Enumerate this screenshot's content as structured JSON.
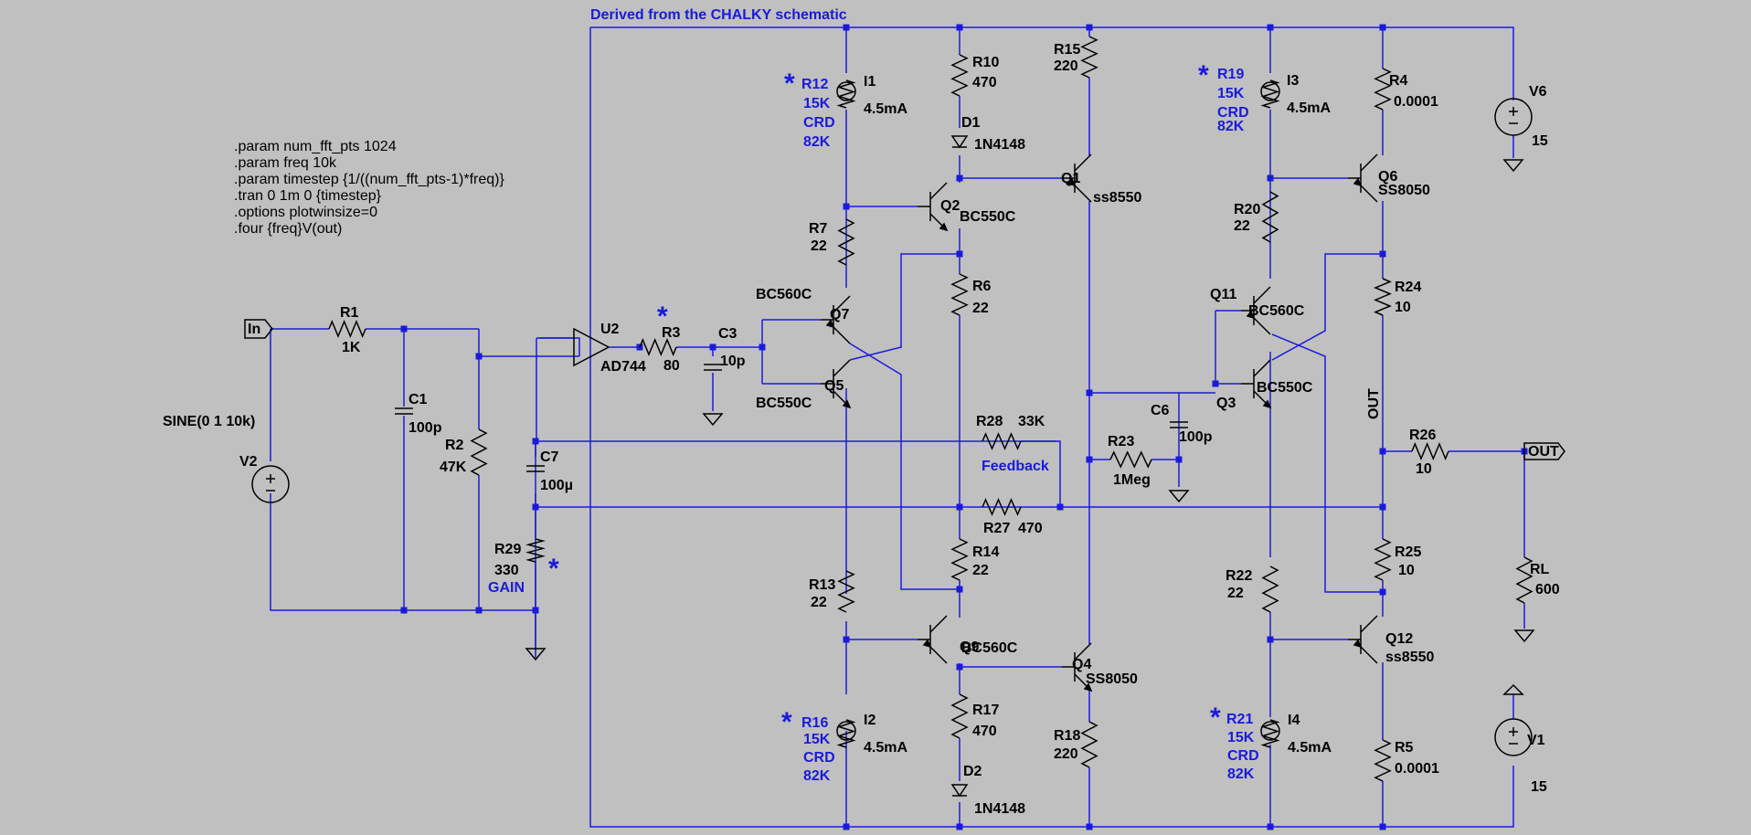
{
  "title": "Derived from the CHALKY schematic",
  "directives": [
    ".param num_fft_pts 1024",
    ".param freq 10k",
    ".param timestep {1/((num_fft_pts-1)*freq)}",
    ".tran 0 1m 0 {timestep}",
    ".options plotwinsize=0",
    ".four {freq}V(out)"
  ],
  "ports": {
    "in": "In",
    "out": "OUT"
  },
  "net_labels": {
    "out_vertical": "OUT",
    "feedback": "Feedback",
    "gain": "GAIN"
  },
  "colors": {
    "background": "#c0c0c0",
    "wire": "#1a1adc",
    "symbol": "#000000",
    "annotation": "#1a1adc"
  },
  "labels": {
    "R1": "R1",
    "R1v": "1K",
    "R2": "R2",
    "R2v": "47K",
    "R3": "R3",
    "R3v": "80",
    "R4": "R4",
    "R4v": "0.0001",
    "R5": "R5",
    "R5v": "0.0001",
    "R6": "R6",
    "R6v": "22",
    "R7": "R7",
    "R7v": "22",
    "R10": "R10",
    "R10v": "470",
    "R12": "R12",
    "R12v": "15K",
    "R12c": "CRD",
    "R12w": "82K",
    "R13": "R13",
    "R13v": "22",
    "R14": "R14",
    "R14v": "22",
    "R15": "R15",
    "R15v": "220",
    "R16": "R16",
    "R16v": "15K",
    "R16c": "CRD",
    "R16w": "82K",
    "R17": "R17",
    "R17v": "470",
    "R18": "R18",
    "R18v": "220",
    "R19": "R19",
    "R19v": "15K",
    "R19c": "CRD",
    "R19w": "82K",
    "R20": "R20",
    "R20v": "22",
    "R21": "R21",
    "R21v": "15K",
    "R21c": "CRD",
    "R21w": "82K",
    "R22": "R22",
    "R22v": "22",
    "R23": "R23",
    "R23v": "1Meg",
    "R24": "R24",
    "R24v": "10",
    "R25": "R25",
    "R25v": "10",
    "R26": "R26",
    "R26v": "10",
    "R27": "R27",
    "R27v": "470",
    "R28": "R28",
    "R28v": "33K",
    "R29": "R29",
    "R29v": "330",
    "RL": "RL",
    "RLv": "600",
    "C1": "C1",
    "C1v": "100p",
    "C3": "C3",
    "C3v": "10p",
    "C6": "C6",
    "C6v": "100p",
    "C7": "C7",
    "C7v": "100µ",
    "D1": "D1",
    "D1v": "1N4148",
    "D2": "D2",
    "D2v": "1N4148",
    "I1": "I1",
    "I1v": "4.5mA",
    "I2": "I2",
    "I2v": "4.5mA",
    "I3": "I3",
    "I3v": "4.5mA",
    "I4": "I4",
    "I4v": "4.5mA",
    "Q1": "Q1",
    "Q1v": "ss8550",
    "Q2": "Q2",
    "Q2v": "BC550C",
    "Q3": "Q3",
    "Q3v": "BC550C",
    "Q4": "Q4",
    "Q4v": "SS8050",
    "Q5": "Q5",
    "Q5v": "BC550C",
    "Q6": "Q6",
    "Q6v": "SS8050",
    "Q7": "Q7",
    "Q7v": "BC560C",
    "Q9": "Q9",
    "Q9v": "BC560C",
    "Q11": "Q11",
    "Q11v": "BC560C",
    "Q12": "Q12",
    "Q12v": "ss8550",
    "U2": "U2",
    "U2v": "AD744",
    "V1": "V1",
    "V1v": "15",
    "V2": "V2",
    "V2v": "SINE(0 1 10k)",
    "V6": "V6",
    "V6v": "15",
    "mark": "*"
  }
}
